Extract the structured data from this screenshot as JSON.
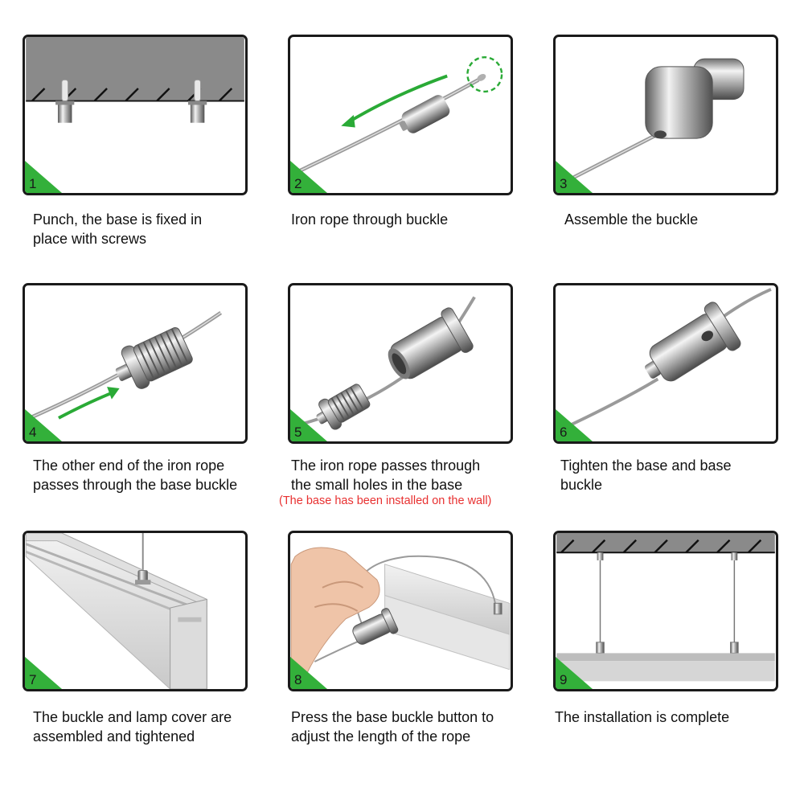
{
  "steps": [
    {
      "number": "1",
      "line1": "Punch, the base is fixed in",
      "line2": "place with screws"
    },
    {
      "number": "2",
      "line1": "Iron rope through buckle",
      "line2": ""
    },
    {
      "number": "3",
      "line1": "Assemble the buckle",
      "line2": ""
    },
    {
      "number": "4",
      "line1": "The other end of the iron rope",
      "line2": "passes through the base buckle"
    },
    {
      "number": "5",
      "line1": "The iron rope passes through",
      "line2": "the small holes in the base",
      "note": "(The base has been installed on the wall)"
    },
    {
      "number": "6",
      "line1": "Tighten the base and base",
      "line2": "buckle"
    },
    {
      "number": "7",
      "line1": "The buckle and lamp cover are",
      "line2": "assembled and tightened"
    },
    {
      "number": "8",
      "line1": "Press the base buckle button to",
      "line2": "adjust the length of the rope"
    },
    {
      "number": "9",
      "line1": "The installation is complete",
      "line2": ""
    }
  ],
  "colors": {
    "accent_green": "#33b03a",
    "note_red": "#e83030",
    "ceiling_gray": "#8a8a8a"
  }
}
